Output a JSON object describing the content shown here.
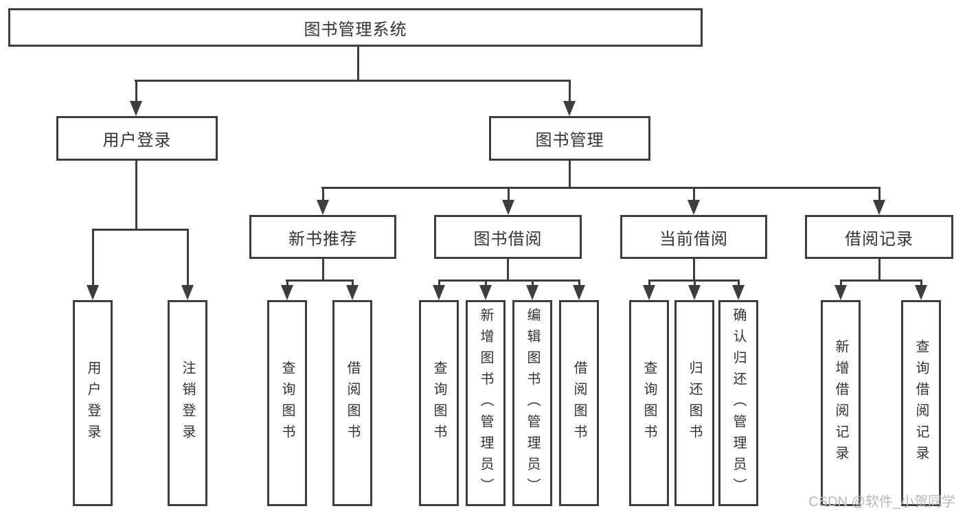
{
  "diagram": {
    "root": "图书管理系统",
    "user_login": "用户登录",
    "book_mgmt": "图书管理",
    "login_children": [
      "用户登录",
      "注销登录"
    ],
    "level3": [
      "新书推荐",
      "图书借阅",
      "当前借阅",
      "借阅记录"
    ],
    "new_book_children": [
      "查询图书",
      "借阅图书"
    ],
    "book_borrow_children": [
      "查询图书",
      "新增图书（管理员）",
      "编辑图书（管理员）",
      "借阅图书"
    ],
    "current_borrow_children": [
      "查询图书",
      "归还图书",
      "确认归还（管理员）"
    ],
    "borrow_record_children": [
      "新增借阅记录",
      "查询借阅记录"
    ]
  },
  "watermark": {
    "text": "CSDN @软件_小贺同学"
  },
  "colors": {
    "line": "#3d3d3d",
    "text": "#333333",
    "background": "#ffffff",
    "watermark": "#b9b9b9"
  }
}
